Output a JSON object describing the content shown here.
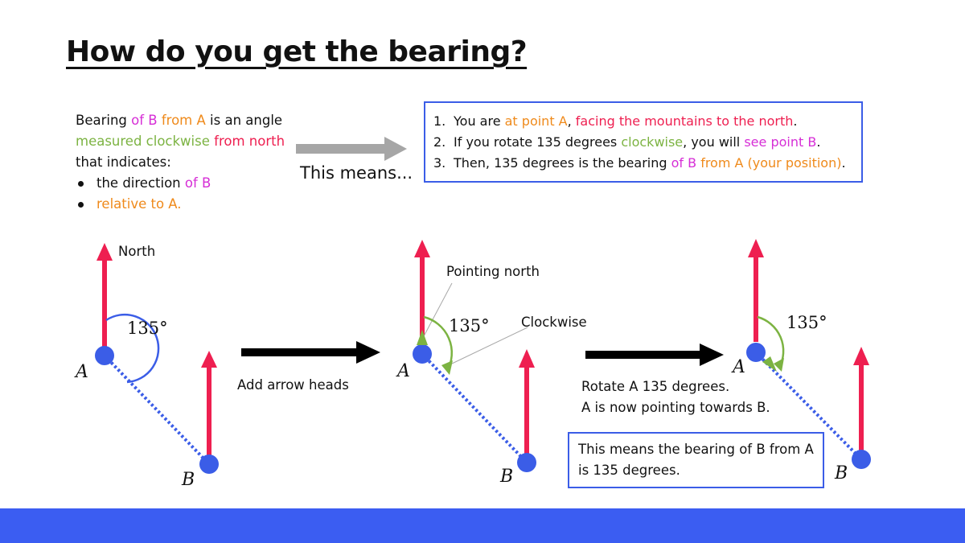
{
  "title": "How do you get the bearing?",
  "definition": {
    "p1": "Bearing",
    "p2": " of B",
    "p3": " from A",
    "p4": " is an angle",
    "p5": "measured clockwise",
    "p6": " from north",
    "p7": "that indicates:",
    "b1a": "the direction",
    "b1b": " of B",
    "b2": "relative to A."
  },
  "means_label": "This means...",
  "steps": [
    {
      "n": "1.",
      "a": "You are ",
      "b": "at point A",
      "c": ", ",
      "d": "facing the mountains to the north",
      "e": "."
    },
    {
      "n": "2.",
      "a": "If you rotate 135 degrees ",
      "b": "clockwise",
      "c": ", you will ",
      "d": "see point B",
      "e": "."
    },
    {
      "n": "3.",
      "a": "Then, 135 degrees is the bearing ",
      "b": "of B",
      "c": " ",
      "d": "from A (your position)",
      "e": "."
    }
  ],
  "diagram1": {
    "north_label": "North",
    "angle_label": "135°",
    "point_a": "A",
    "point_b": "B"
  },
  "arrow1_caption": "Add arrow heads",
  "diagram2": {
    "pointing_label": "Pointing north",
    "angle_label": "135°",
    "clockwise_label": "Clockwise",
    "point_a": "A",
    "point_b": "B"
  },
  "arrow2_caption": {
    "line1": "Rotate A 135 degrees.",
    "line2": "A is now pointing towards B."
  },
  "diagram3": {
    "angle_label": "135°",
    "point_a": "A",
    "point_b": "B"
  },
  "conclusion": {
    "line1": "This means the bearing of B from A",
    "line2": "is 135 degrees."
  },
  "colors": {
    "magenta": "#d62ed6",
    "orange": "#ef8a1b",
    "green": "#7cb342",
    "red": "#ee1f50",
    "blue": "#3b5de7",
    "arrow_gray": "#a6a6a6",
    "footer": "#3b5df2"
  }
}
